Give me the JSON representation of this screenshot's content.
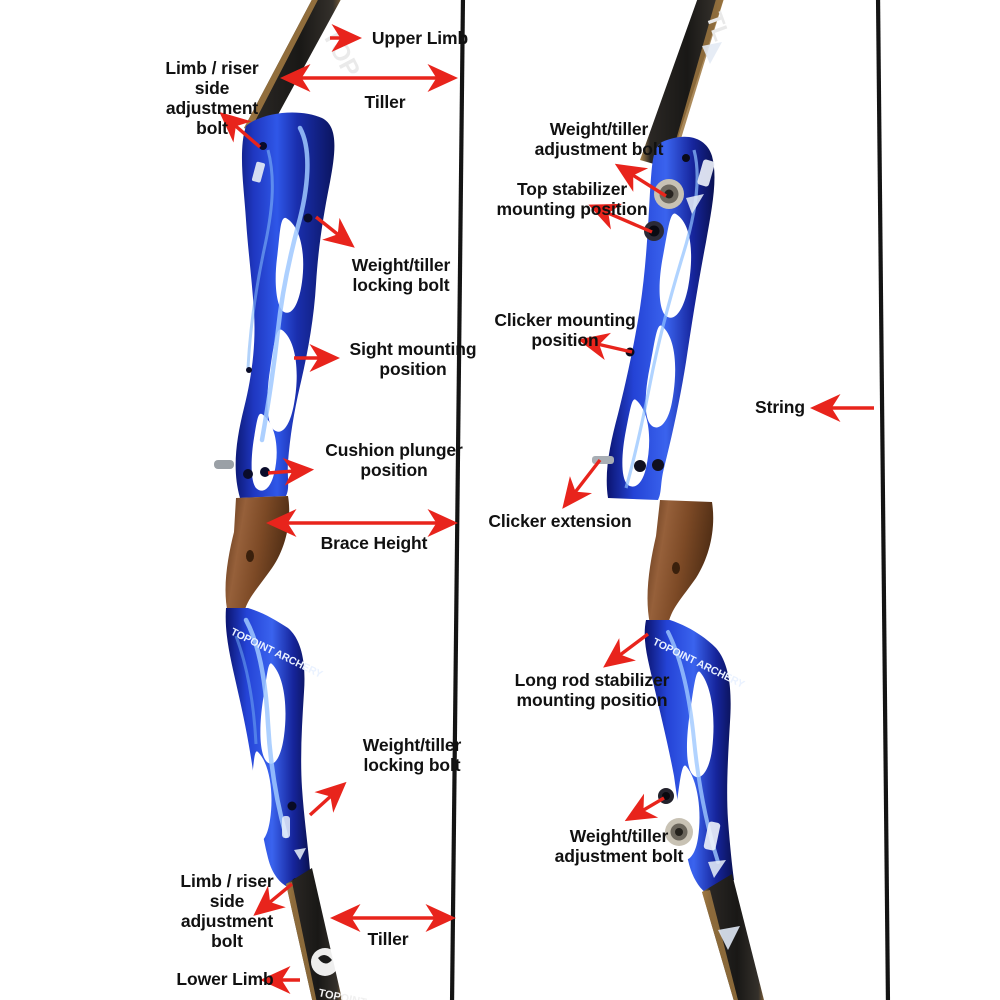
{
  "diagram": {
    "title": "Recurve bow anatomy diagram",
    "subject_brand": "TOPOINT ARCHERY",
    "colors": {
      "arrow": "#e8241c",
      "riser_blue": "#1b2fb0",
      "riser_blue_light": "#5b8ff0",
      "limb_black": "#20201e",
      "limb_edge": "#8a6a3a",
      "grip_wood": "#8a5a32",
      "string_black": "#141414",
      "text": "#111111",
      "background": "#ffffff"
    },
    "panels": [
      {
        "id": "left",
        "view": "side view of riser and limbs"
      },
      {
        "id": "right",
        "view": "front/back view of riser with stabilizer bushings"
      }
    ]
  },
  "labels": {
    "left_panel": [
      {
        "id": "upper-limb",
        "text": "Upper Limb"
      },
      {
        "id": "tiller-upper",
        "text": "Tiller"
      },
      {
        "id": "limb-riser-side-bolt-upper",
        "text": "Limb / riser\nside\nadjustment\nbolt"
      },
      {
        "id": "weight-tiller-locking-bolt-upper",
        "text": "Weight/tiller\nlocking bolt"
      },
      {
        "id": "sight-mounting-position",
        "text": "Sight mounting\nposition"
      },
      {
        "id": "cushion-plunger-position",
        "text": "Cushion plunger\nposition"
      },
      {
        "id": "brace-height",
        "text": "Brace Height"
      },
      {
        "id": "weight-tiller-locking-bolt-lower",
        "text": "Weight/tiller\nlocking bolt"
      },
      {
        "id": "limb-riser-side-bolt-lower",
        "text": "Limb / riser\nside\nadjustment\nbolt"
      },
      {
        "id": "tiller-lower",
        "text": "Tiller"
      },
      {
        "id": "lower-limb",
        "text": "Lower Limb"
      }
    ],
    "right_panel": [
      {
        "id": "weight-tiller-adjustment-bolt-top",
        "text": "Weight/tiller\nadjustment bolt"
      },
      {
        "id": "top-stabilizer-mounting-position",
        "text": "Top stabilizer\nmounting position"
      },
      {
        "id": "clicker-mounting-position",
        "text": "Clicker mounting\nposition"
      },
      {
        "id": "clicker-extension",
        "text": "Clicker extension"
      },
      {
        "id": "long-rod-stabilizer-mounting-position",
        "text": "Long rod stabilizer\nmounting position"
      },
      {
        "id": "weight-tiller-adjustment-bolt-bottom",
        "text": "Weight/tiller\nadjustment bolt"
      },
      {
        "id": "string",
        "text": "String"
      }
    ]
  }
}
